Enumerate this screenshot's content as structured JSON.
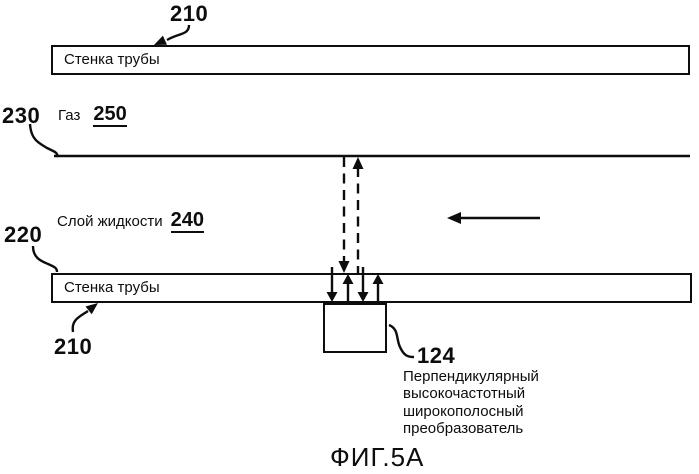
{
  "figure": {
    "fig_label": "ФИГ.5А",
    "pipe_wall_top": {
      "label": "Стенка трубы",
      "ref": "210"
    },
    "pipe_wall_bottom": {
      "label": "Стенка трубы",
      "ref": "210"
    },
    "gas": {
      "label": "Газ",
      "ref": "250"
    },
    "gas_liquid_interface": {
      "ref": "230"
    },
    "liquid_layer": {
      "label": "Слой жидкости",
      "ref": "240"
    },
    "liquid_wall_region": {
      "ref": "220"
    },
    "transducer": {
      "ref": "124",
      "caption_lines": [
        "Перпендикулярный",
        "высокочастотный",
        "широкополосный",
        "преобразователь"
      ]
    },
    "colors": {
      "ink": "#0d0d0d",
      "background": "#ffffff"
    }
  }
}
